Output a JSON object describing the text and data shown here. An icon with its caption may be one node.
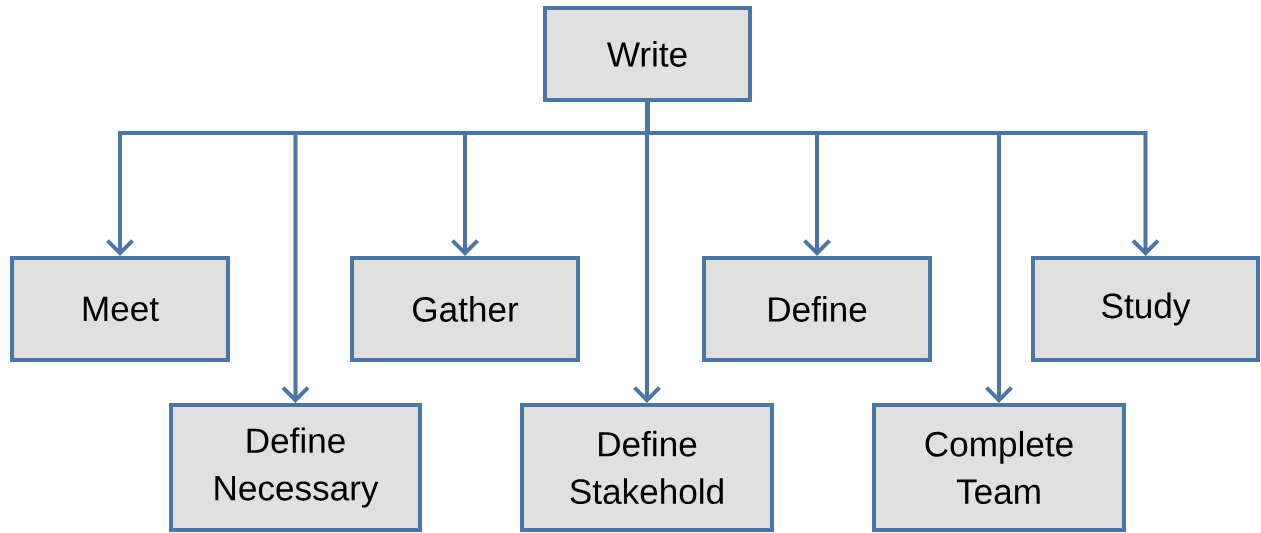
{
  "diagram": {
    "nodes": [
      {
        "text": [
          "Write"
        ]
      },
      {
        "text": [
          "Meet"
        ]
      },
      {
        "text": [
          "Define Necessary"
        ]
      },
      {
        "text": [
          "Gather"
        ]
      },
      {
        "text": [
          "Define Stakehold"
        ]
      },
      {
        "text": [
          "Define"
        ]
      },
      {
        "text": [
          "Complete Team"
        ]
      },
      {
        "text": [
          "Study"
        ]
      }
    ],
    "edges": [
      {
        "from": 0,
        "to": 1,
        "arrow": "to"
      },
      {
        "from": 0,
        "to": 2,
        "arrow": "to"
      },
      {
        "from": 0,
        "to": 3,
        "arrow": "to"
      },
      {
        "from": 0,
        "to": 4,
        "arrow": "to"
      },
      {
        "from": 0,
        "to": 5,
        "arrow": "to"
      },
      {
        "from": 0,
        "to": 6,
        "arrow": "to"
      },
      {
        "from": 0,
        "to": 7,
        "arrow": "to"
      }
    ]
  }
}
